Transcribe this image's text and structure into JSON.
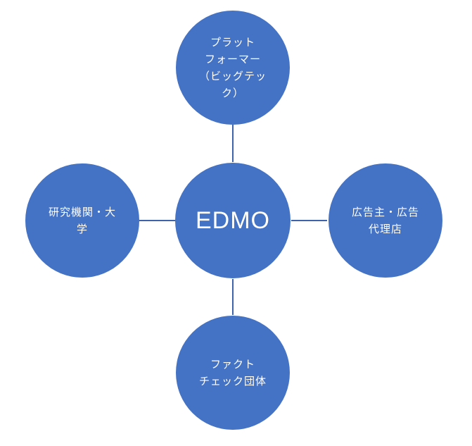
{
  "diagram": {
    "center": {
      "label": "EDMO"
    },
    "nodes": {
      "top": {
        "label": "プラット\nフォーマー\n（ビッグテッ\nク）"
      },
      "left": {
        "label": "研究機関・大\n学"
      },
      "right": {
        "label": "広告主・広告\n代理店"
      },
      "bottom": {
        "label": "ファクト\nチェック団体"
      }
    },
    "colors": {
      "node_fill": "#4472c4",
      "connector": "#3f63aa",
      "text": "#ffffff"
    }
  }
}
